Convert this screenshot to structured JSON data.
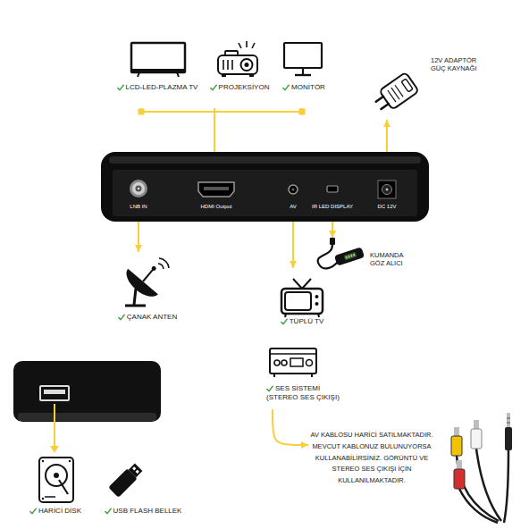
{
  "diagram": {
    "nodes": [
      {
        "text": [
          "LCD-LED-PLAZMA TV"
        ]
      },
      {
        "text": [
          "PROJEKSİYON"
        ]
      },
      {
        "text": [
          "MONİTÖR"
        ]
      },
      {
        "text": [
          "12V ADAPTÖR GÜÇ KAYNAĞI"
        ]
      },
      {
        "text": [
          "LNB IN",
          "HDMI Output",
          "AV",
          "IR LED DISPLAY",
          "DC 12V"
        ]
      },
      {
        "text": [
          "ÇANAK ANTEN"
        ]
      },
      {
        "text": [
          "TÜPLÜ TV"
        ]
      },
      {
        "text": [
          "KUMANDA GÖZ ALICI"
        ]
      },
      {
        "text": [
          "SES SİSTEMİ (STEREO SES ÇIKIŞI)"
        ]
      },
      {
        "text": [
          "AV KABLOSU HARİCİ SATILMAKTADIR. MEVCUT KABLONUZ BULUNUYORSA KULLANABİLİRSİNİZ. GÖRÜNTÜ VE STEREO SES ÇIKIŞI İÇİN KULLANILMAKTADIR."
        ]
      },
      {
        "text": [
          "HARİCİ DİSK"
        ]
      },
      {
        "text": [
          "USB FLASH BELLEK"
        ]
      }
    ],
    "edges": [
      {
        "from": 4,
        "to": 0,
        "arrow": "none"
      },
      {
        "from": 4,
        "to": 1,
        "arrow": "none"
      },
      {
        "from": 4,
        "to": 2,
        "arrow": "none"
      },
      {
        "from": 4,
        "to": 3,
        "arrow": "to"
      },
      {
        "from": 4,
        "to": 5,
        "arrow": "to"
      },
      {
        "from": 4,
        "to": 6,
        "arrow": "to"
      },
      {
        "from": 4,
        "to": 7,
        "arrow": "to"
      },
      {
        "from": 8,
        "to": 9,
        "arrow": "to"
      }
    ]
  }
}
